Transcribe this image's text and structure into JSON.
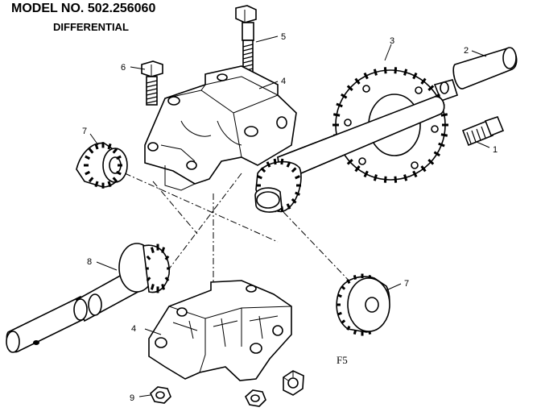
{
  "header": {
    "model": "MODEL NO. 502.256060",
    "subtitle": "DIFFERENTIAL"
  },
  "figure_label": "F5",
  "callouts": [
    "1",
    "2",
    "3",
    "4",
    "4",
    "5",
    "6",
    "7",
    "7",
    "8",
    "9"
  ]
}
